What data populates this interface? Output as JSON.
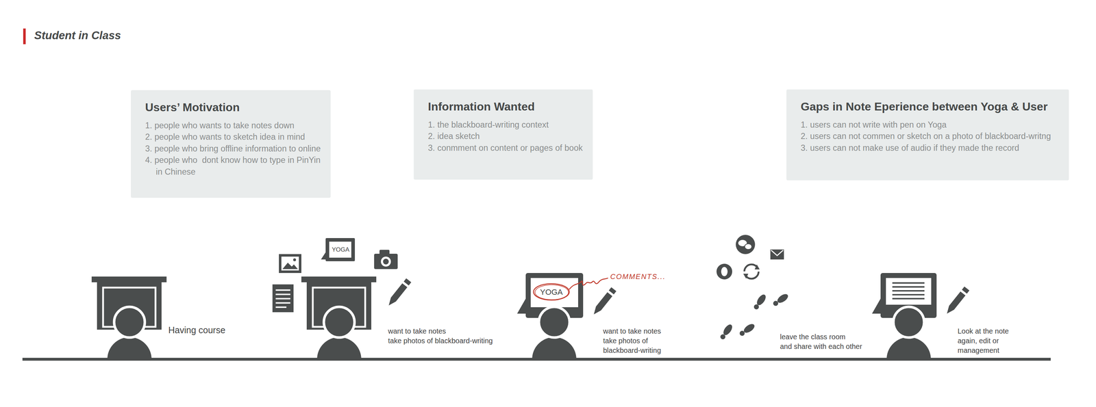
{
  "diagram": {
    "title": "Student in Class",
    "nodes": [
      {
        "text": [
          "Users’ Motivation",
          "1. people who wants to take notes down",
          "2. people who wants to sketch idea in mind",
          "3. people who bring offline information to online",
          "4. people who  dont know how to type in PinYin in Chinese"
        ]
      },
      {
        "text": [
          "Information Wanted",
          "1. the blackboard-writing context",
          "2. idea sketch",
          "3. conmment on content or pages of book"
        ]
      },
      {
        "text": [
          "Gaps in Note Eperience between Yoga & User",
          "1. users can not write with pen on Yoga",
          "2. users can not commen or sketch on a photo of blackboard-writng",
          "3. users can not make use of audio if they made the record"
        ]
      }
    ],
    "labels": [
      "YOGA",
      "Having course",
      "want to take notes",
      "take photos of blackboard-writing",
      "YOGA",
      "COMMENTS...",
      "want to take notes",
      "take photos of",
      "blackboard-writing",
      "leave the class room",
      "and share with each other",
      "Look at the note",
      "again, edit or",
      "management"
    ]
  }
}
